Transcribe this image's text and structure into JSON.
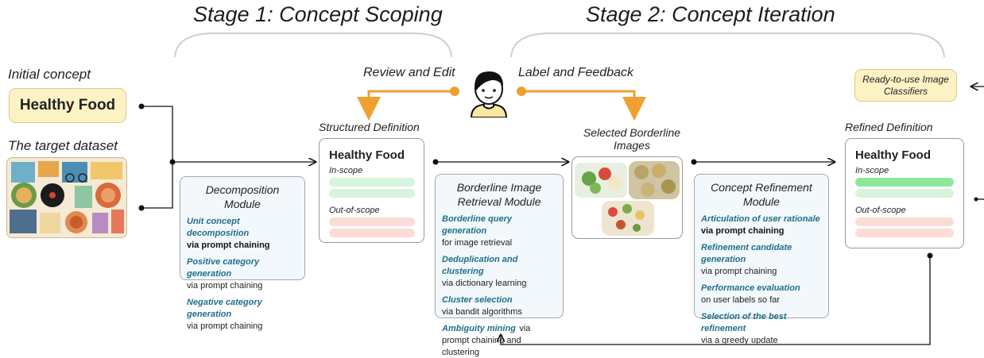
{
  "stages": {
    "stage1": "Stage 1: Concept Scoping",
    "stage2": "Stage 2: Concept Iteration"
  },
  "initial": {
    "label": "Initial concept",
    "concept": "Healthy Food",
    "dataset_label": "The target dataset"
  },
  "actions": {
    "review": "Review and Edit",
    "label": "Label and Feedback"
  },
  "output": {
    "text": "Ready-to-use Image Classifiers"
  },
  "decomposition": {
    "title": "Decomposition Module",
    "steps": [
      {
        "hl": "Unit concept decomposition",
        "rest": "via prompt chaining"
      },
      {
        "hl": "Positive category generation",
        "rest": "via prompt chaining"
      },
      {
        "hl": "Negative category generation",
        "rest": "via prompt chaining"
      }
    ]
  },
  "structured": {
    "caption": "Structured Definition",
    "title": "Healthy Food",
    "in_scope": "In-scope",
    "out_scope": "Out-of-scope"
  },
  "retrieval": {
    "title": "Borderline Image Retrieval Module",
    "steps": [
      {
        "hl": "Borderline query generation",
        "rest": "for image retrieval"
      },
      {
        "hl": "Deduplication and clustering",
        "rest": "via dictionary learning"
      },
      {
        "hl": "Cluster selection",
        "rest": "via bandit algorithms"
      },
      {
        "hl": "Ambiguity mining",
        "rest": "via prompt chaining and clustering"
      }
    ]
  },
  "selected": {
    "caption": "Selected Borderline Images"
  },
  "refinement": {
    "title": "Concept Refinement Module",
    "steps": [
      {
        "hl": "Articulation of user rationale",
        "rest": "via prompt chaining"
      },
      {
        "hl": "Refinement candidate generation",
        "rest": "via prompt chaining"
      },
      {
        "hl": "Performance evaluation",
        "rest": "on user labels so far"
      },
      {
        "hl": "Selection of the best refinement",
        "rest": "via a greedy update"
      }
    ]
  },
  "refined": {
    "caption": "Refined Definition",
    "title": "Healthy Food",
    "in_scope": "In-scope",
    "out_scope": "Out-of-scope"
  },
  "colors": {
    "accent_orange": "#f0a030",
    "teal_text": "#1f6f8b",
    "in_scope_bar": "#d6f5dc",
    "in_scope_bar_strong": "#8ee89a",
    "out_scope_bar": "#fbdcd6",
    "concept_fill": "#fdf2c4"
  }
}
